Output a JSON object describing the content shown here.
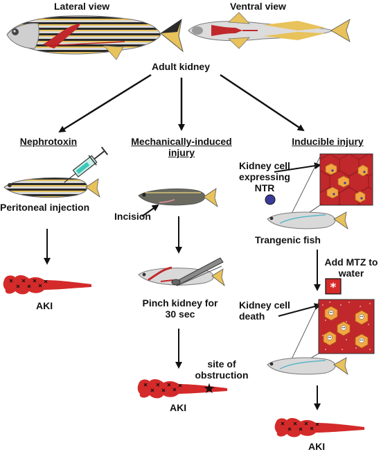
{
  "top": {
    "lateral_view": "Lateral view",
    "ventral_view": "Ventral view",
    "adult_kidney": "Adult kidney"
  },
  "branches": {
    "nephrotoxin": {
      "heading": "Nephrotoxin",
      "injection": "Peritoneal injection",
      "result": "AKI"
    },
    "mechanical": {
      "heading_line1": "Mechanically-induced",
      "heading_line2": "injury",
      "incision": "Incision",
      "pinch_line1": "Pinch kidney for",
      "pinch_line2": "30 sec",
      "site_line1": "site of",
      "site_line2": "obstruction",
      "result": "AKI"
    },
    "inducible": {
      "heading": "Inducible injury",
      "cell_line1": "Kidney cell",
      "cell_line2": "expressing",
      "cell_line3": "NTR",
      "fish": "Trangenic fish",
      "mtz_line1": "Add MTZ to",
      "mtz_line2": "water",
      "death_line1": "Kidney cell",
      "death_line2": "death",
      "result": "AKI"
    }
  },
  "colors": {
    "kidney_red": "#d42a2a",
    "tissue_red": "#c0282c",
    "cell_orange": "#f2a744",
    "ntr_blue": "#3a3a99",
    "stripe_dark": "#2a2a2a",
    "stripe_yellow": "#e8c25a"
  }
}
